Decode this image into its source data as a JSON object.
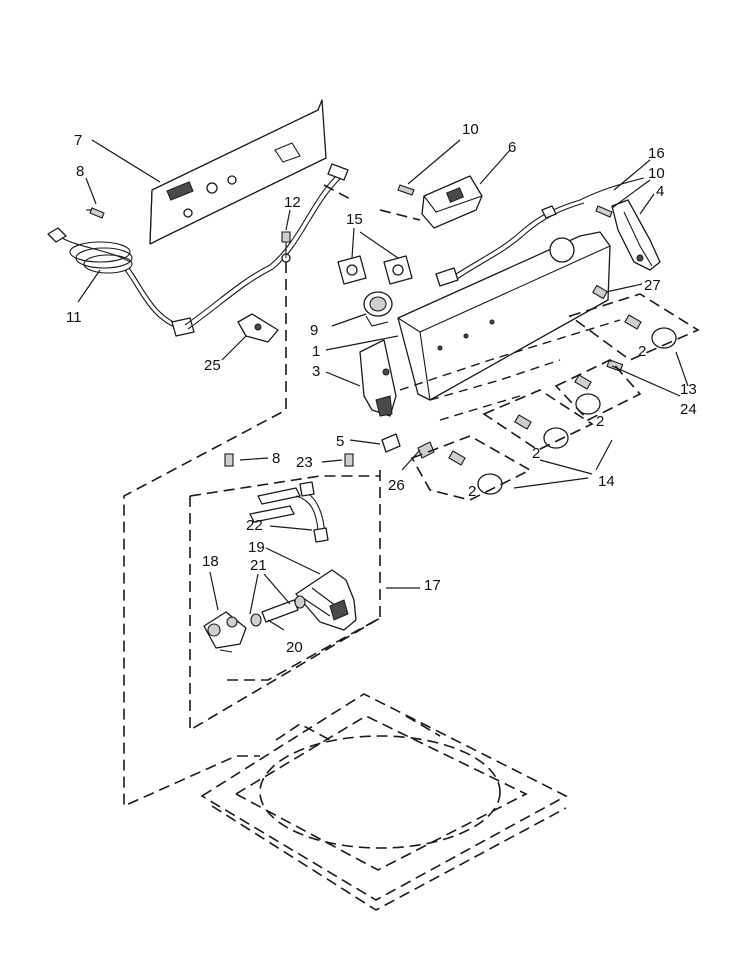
{
  "labels": [
    {
      "id": "l7",
      "text": "7"
    },
    {
      "id": "l8a",
      "text": "8"
    },
    {
      "id": "l11",
      "text": "11"
    },
    {
      "id": "l12",
      "text": "12"
    },
    {
      "id": "l25",
      "text": "25"
    },
    {
      "id": "l10a",
      "text": "10"
    },
    {
      "id": "l6",
      "text": "6"
    },
    {
      "id": "l16",
      "text": "16"
    },
    {
      "id": "l10b",
      "text": "10"
    },
    {
      "id": "l4",
      "text": "4"
    },
    {
      "id": "l15",
      "text": "15"
    },
    {
      "id": "l27",
      "text": "27"
    },
    {
      "id": "l9",
      "text": "9"
    },
    {
      "id": "l1",
      "text": "1"
    },
    {
      "id": "l3",
      "text": "3"
    },
    {
      "id": "l2a",
      "text": "2"
    },
    {
      "id": "l13",
      "text": "13"
    },
    {
      "id": "l24",
      "text": "24"
    },
    {
      "id": "l2b",
      "text": "2"
    },
    {
      "id": "l5",
      "text": "5"
    },
    {
      "id": "l2c",
      "text": "2"
    },
    {
      "id": "l8b",
      "text": "8"
    },
    {
      "id": "l23",
      "text": "23"
    },
    {
      "id": "l26",
      "text": "26"
    },
    {
      "id": "l2d",
      "text": "2"
    },
    {
      "id": "l14",
      "text": "14"
    },
    {
      "id": "l22",
      "text": "22"
    },
    {
      "id": "l19",
      "text": "19"
    },
    {
      "id": "l17",
      "text": "17"
    },
    {
      "id": "l18",
      "text": "18"
    },
    {
      "id": "l21",
      "text": "21"
    },
    {
      "id": "l20",
      "text": "20"
    }
  ]
}
